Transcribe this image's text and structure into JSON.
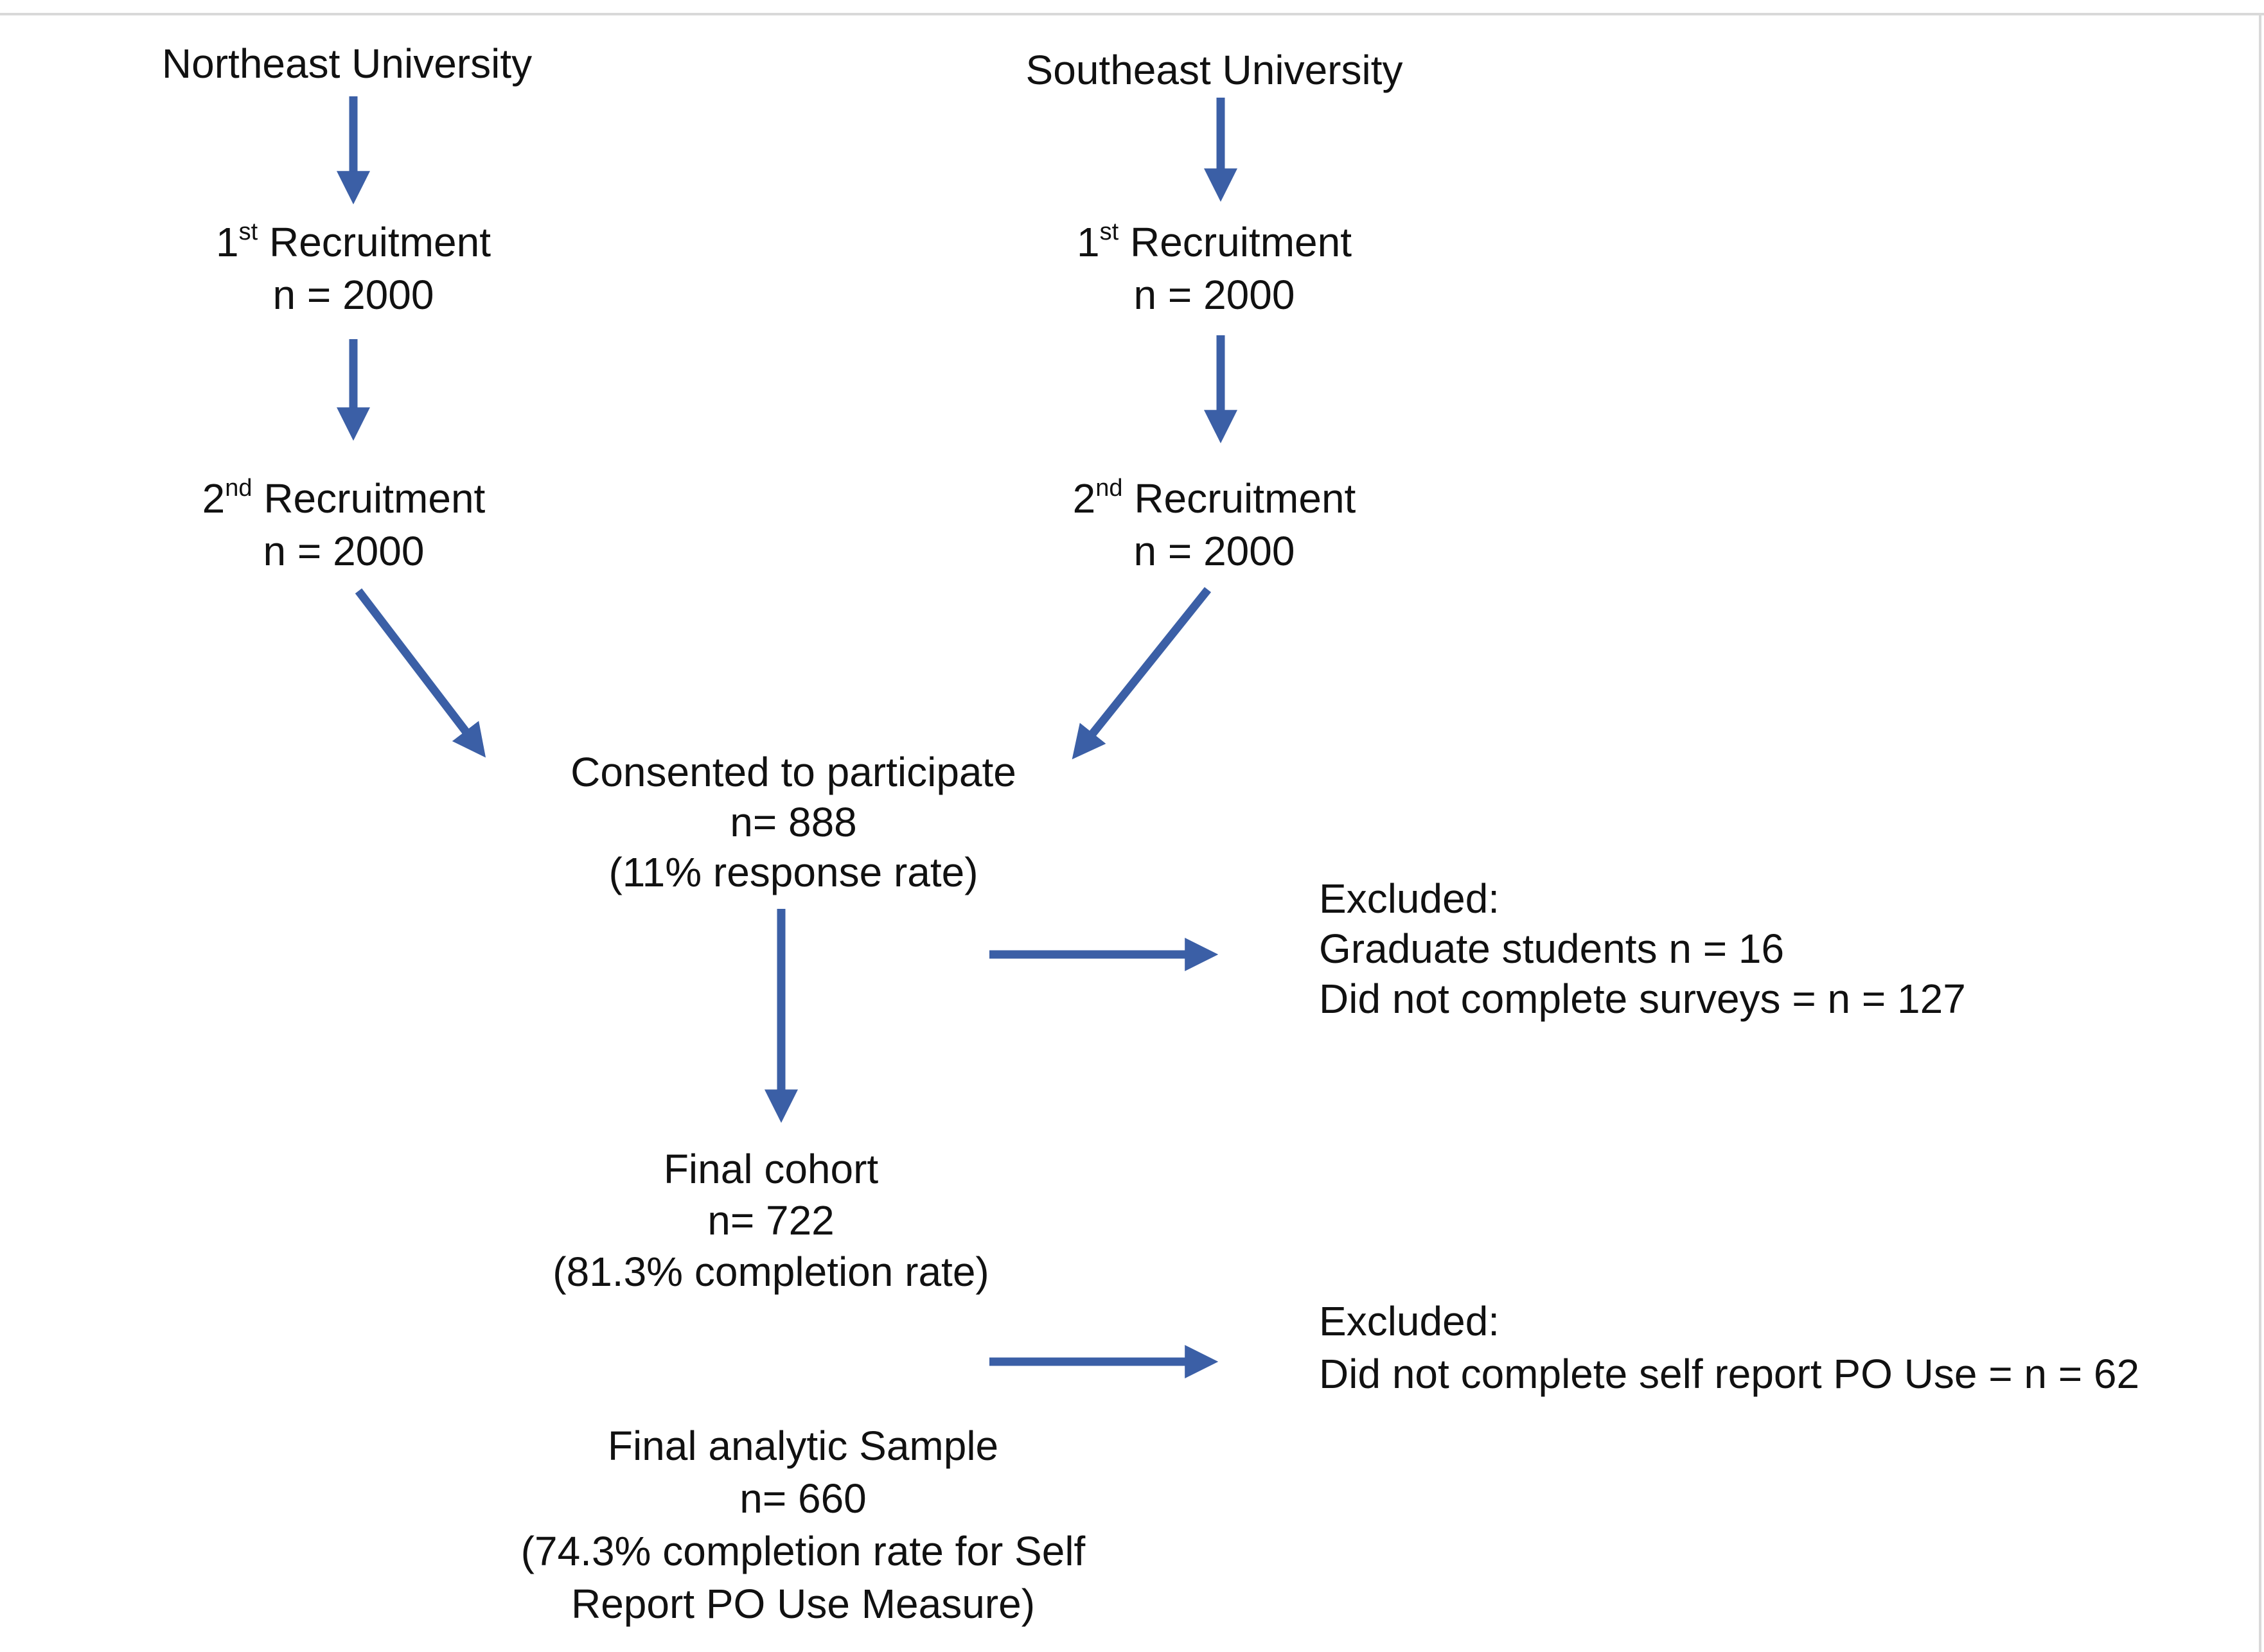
{
  "diagram": {
    "colors": {
      "arrow": "#3b5fa6",
      "text": "#111111",
      "frame": "#d9d9d9"
    },
    "northeast": {
      "site": "Northeast University",
      "recruit1": {
        "ordinal_num": "1",
        "ordinal_sup": "st",
        "label": "Recruitment",
        "n": "n = 2000"
      },
      "recruit2": {
        "ordinal_num": "2",
        "ordinal_sup": "nd",
        "label": "Recruitment",
        "n": "n = 2000"
      }
    },
    "southeast": {
      "site": "Southeast University",
      "recruit1": {
        "ordinal_num": "1",
        "ordinal_sup": "st",
        "label": "Recruitment",
        "n": "n = 2000"
      },
      "recruit2": {
        "ordinal_num": "2",
        "ordinal_sup": "nd",
        "label": "Recruitment",
        "n": "n = 2000"
      }
    },
    "consented": {
      "title": "Consented to participate",
      "n": "n= 888",
      "rate": "(11% response rate)"
    },
    "excluded1": {
      "title": "Excluded:",
      "line1": "Graduate students n = 16",
      "line2": "Did not complete surveys = n = 127"
    },
    "final_cohort": {
      "title": "Final cohort",
      "n": "n= 722",
      "rate": "(81.3% completion rate)"
    },
    "excluded2": {
      "title": "Excluded:",
      "line1": "Did not complete self report PO Use = n = 62"
    },
    "final_sample": {
      "title": "Final analytic Sample",
      "n": "n= 660",
      "rate_line1": "(74.3% completion rate for Self",
      "rate_line2": "Report PO Use Measure)"
    }
  }
}
